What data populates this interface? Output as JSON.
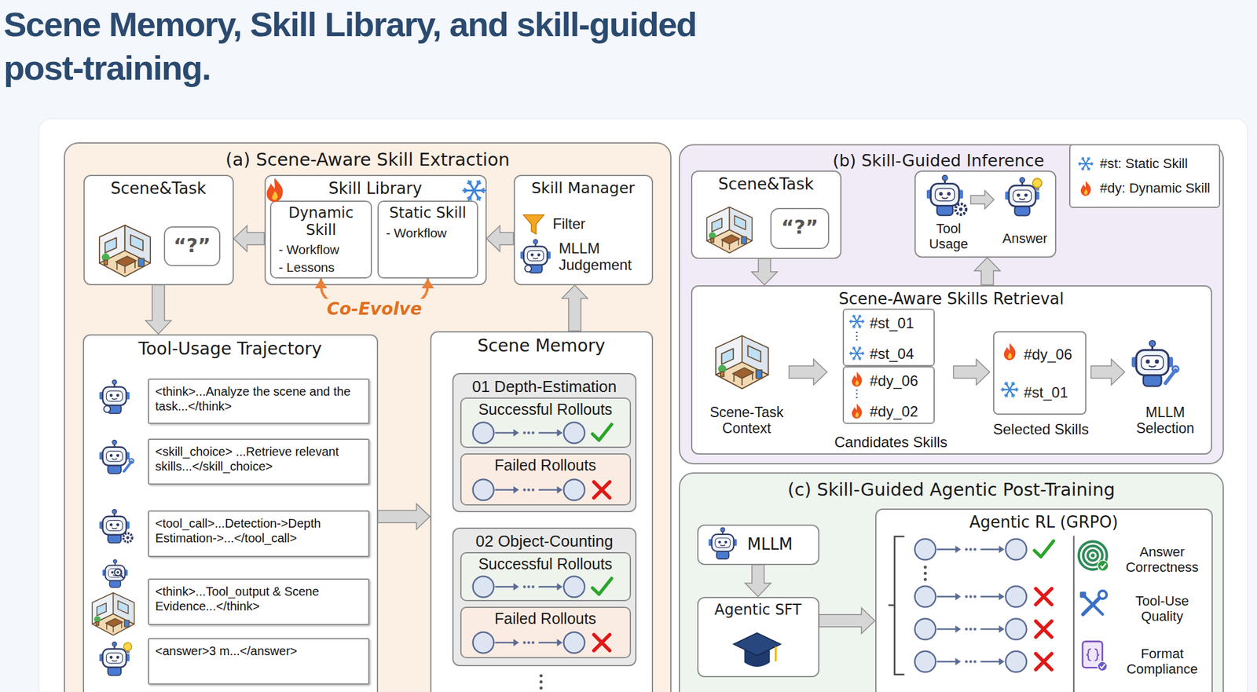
{
  "diagram": {
    "title": "Scene Memory, Skill Library, and skill-guided post-training.",
    "nodes": [
      {
        "text": [
          "(a) Scene-Aware Skill Extraction"
        ]
      },
      {
        "text": [
          "Scene&Task"
        ],
        "in": 0
      },
      {
        "text": [
          "“?”"
        ],
        "in": 1
      },
      {
        "text": [
          "Skill Library"
        ],
        "in": 0
      },
      {
        "text": [
          "Dynamic Skill",
          "- Workflow",
          "- Lessons"
        ],
        "in": 3
      },
      {
        "text": [
          "Static Skill",
          "- Workflow"
        ],
        "in": 3
      },
      {
        "text": [
          "Skill Manager",
          "Filter",
          "MLLM Judgement"
        ],
        "in": 0
      },
      {
        "text": [
          "Tool-Usage Trajectory"
        ],
        "in": 0
      },
      {
        "text": [
          "<think>...Analyze the scene and the task...</think>"
        ],
        "in": 7
      },
      {
        "text": [
          "<skill_choice> ...Retrieve relevant skills...</skill_choice>"
        ],
        "in": 7
      },
      {
        "text": [
          "<tool_call>...Detection->Depth Estimation->...</tool_call>"
        ],
        "in": 7
      },
      {
        "text": [
          "<think>...Tool_output & Scene Evidence...</think>"
        ],
        "in": 7
      },
      {
        "text": [
          "<answer>3 m...</answer>"
        ],
        "in": 7
      },
      {
        "text": [
          "Scene Memory"
        ],
        "in": 0
      },
      {
        "text": [
          "01 Depth-Estimation"
        ],
        "in": 13
      },
      {
        "text": [
          "Successful Rollouts"
        ],
        "in": 14
      },
      {
        "text": [
          "Failed Rollouts"
        ],
        "in": 14
      },
      {
        "text": [
          "02 Object-Counting"
        ],
        "in": 13
      },
      {
        "text": [
          "Successful Rollouts"
        ],
        "in": 17
      },
      {
        "text": [
          "Failed Rollouts"
        ],
        "in": 17
      },
      {
        "text": [
          "(b) Skill-Guided Inference"
        ]
      },
      {
        "text": [
          "Scene&Task"
        ],
        "in": 20
      },
      {
        "text": [
          "“?”"
        ],
        "in": 21
      },
      {
        "text": [
          "Tool Usage",
          "Answer"
        ],
        "in": 20
      },
      {
        "text": [
          "Scene-Aware Skills Retrieval",
          "Scene-Task Context",
          "MLLM Selection"
        ],
        "in": 20
      },
      {
        "text": [
          "#st_01",
          "#st_04"
        ],
        "in": 24
      },
      {
        "text": [
          "#dy_06",
          "#dy_02"
        ],
        "in": 24
      },
      {
        "text": [
          "#dy_06",
          "#st_01",
          "Selected Skills"
        ],
        "in": 24
      },
      {
        "text": [
          "(c) Skill-Guided Agentic Post-Training"
        ]
      },
      {
        "text": [
          "MLLM"
        ],
        "in": 28
      },
      {
        "text": [
          "Agentic SFT"
        ],
        "in": 28
      },
      {
        "text": [
          "Agentic RL (GRPO)",
          "Answer Correctness",
          "Tool-Use Quality",
          "Format Compliance"
        ],
        "in": 28
      }
    ],
    "edges": [
      {
        "from": 1,
        "to": 7,
        "arrow": "to"
      },
      {
        "from": 7,
        "to": 13,
        "arrow": "to"
      },
      {
        "from": 13,
        "to": 6,
        "arrow": "to"
      },
      {
        "from": 6,
        "to": 3,
        "arrow": "to"
      },
      {
        "from": 3,
        "to": 1,
        "arrow": "to"
      },
      {
        "from": 4,
        "to": 5,
        "label": "Co-Evolve",
        "arrow": "both"
      },
      {
        "from": 21,
        "to": 24,
        "arrow": "to"
      },
      {
        "from": 24,
        "to": 23,
        "arrow": "to"
      },
      {
        "from": 29,
        "to": 30,
        "arrow": "to"
      },
      {
        "from": 30,
        "to": 31,
        "arrow": "to"
      }
    ],
    "labels": [
      "Candidates Skills"
    ],
    "legend": [
      {
        "text": "#st: Static Skill"
      },
      {
        "text": "#dy: Dynamic Skill"
      }
    ]
  }
}
